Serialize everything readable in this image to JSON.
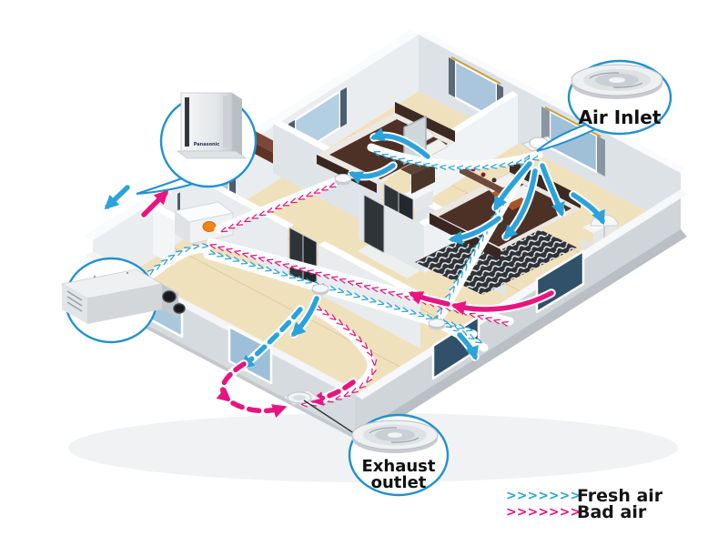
{
  "labels": {
    "air_inlet": "Air Inlet",
    "exhaust_line1": "Exhaust",
    "exhaust_line2": "outlet",
    "brand": "Panasonic"
  },
  "legend": {
    "fresh_label": "Fresh air",
    "bad_label": "Bad air",
    "swatch": ">>>>>>>"
  },
  "colors": {
    "fresh_air": "#2aa3dc",
    "bad_air": "#e8147f",
    "callout_outline": "#2191d0"
  },
  "duct_glyphs": {
    "b_hx": ">>>>>>>>>>>>",
    "b_main": ">>>>>>>>>>>>>>>>>>>>>>>>>>>>>>>>>>>>",
    "b_bed1": ">>>>>>>>>>>>>>>>>>>>>>>>>>",
    "b_inlet": ">>>>>>>>>>>>>>>>>>>>>>>>>>>",
    "b_hall": ">>>>>>>>",
    "p_main": ">>>>>>>>>>>>>>>>>>>>>>>>>>>>>>>>>>>>>>>>>>>>",
    "p_bed1": ">>>>>>>>>>>>>>>>>>>>",
    "p_exhaust": ">>>>>>>>>>>>>>>>>>>>>>>>>>>"
  }
}
